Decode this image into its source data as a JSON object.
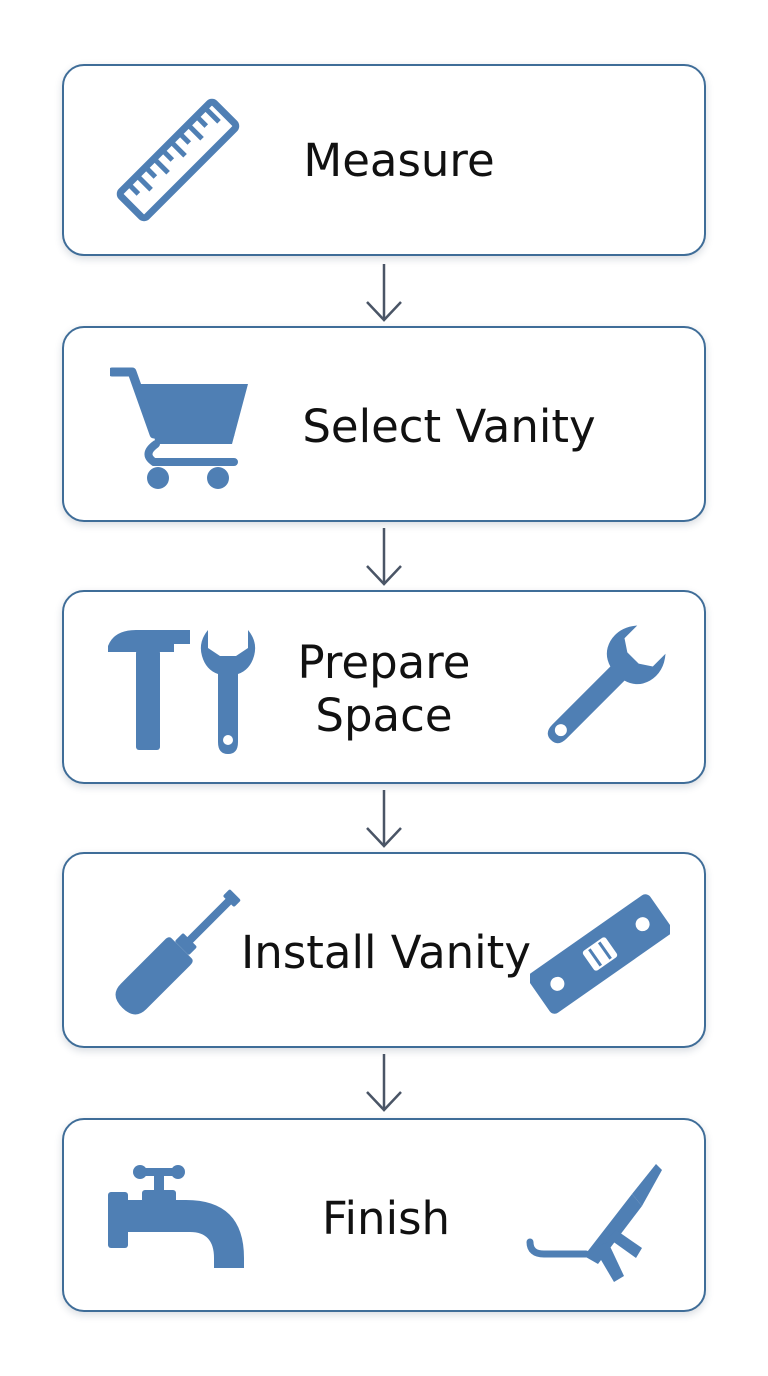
{
  "colors": {
    "border": "#3f6d98",
    "icon": "#4f7fb4",
    "arrow": "#4a5566",
    "text": "#111111"
  },
  "steps": [
    {
      "label": "Measure",
      "icons": [
        "ruler-icon"
      ]
    },
    {
      "label": "Select Vanity",
      "icons": [
        "shopping-cart-icon"
      ]
    },
    {
      "label": "Prepare\nSpace",
      "icons": [
        "hammer-icon",
        "wrench-icon",
        "wrench-icon"
      ]
    },
    {
      "label": "Install Vanity",
      "icons": [
        "screwdriver-icon",
        "spirit-level-icon"
      ]
    },
    {
      "label": "Finish",
      "icons": [
        "faucet-icon",
        "caulking-gun-icon"
      ]
    }
  ]
}
